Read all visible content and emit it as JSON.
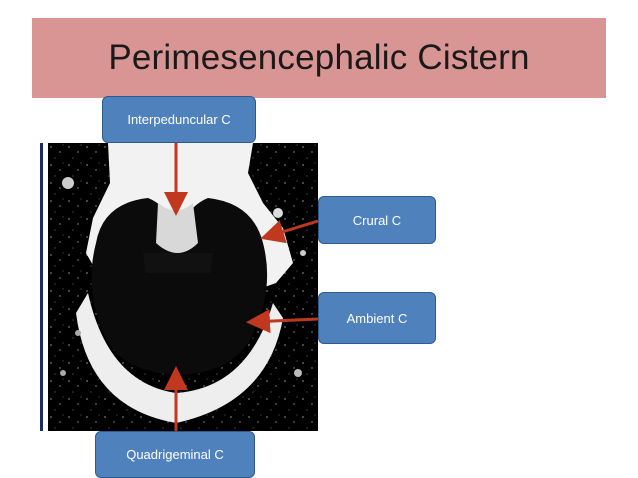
{
  "slide": {
    "title": "Perimesencephalic Cistern"
  },
  "labels": {
    "interpeduncular": "Interpeduncular C",
    "crural": "Crural C",
    "ambient": "Ambient C",
    "quadrigeminal": "Quadrigeminal C"
  },
  "colors": {
    "title_banner": "#d99594",
    "label_box": "#4f81bd",
    "arrow": "#c0391e",
    "side_rule": "#1f2a6b"
  }
}
